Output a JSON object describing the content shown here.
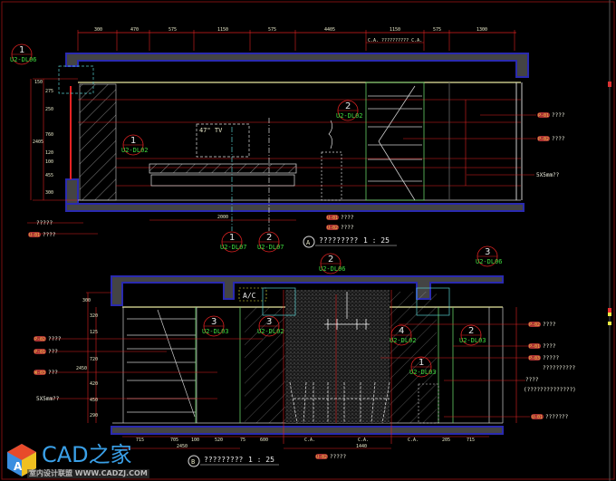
{
  "drawing_a": {
    "top_dims": [
      "300",
      "470",
      "575",
      "1150",
      "575",
      "4405",
      "1150",
      "575",
      "1300"
    ],
    "top_note": "C.A. ??????????  C.A.",
    "left_dims": [
      "150",
      "275",
      "250",
      "2405",
      "760",
      "120",
      "100",
      "455",
      "300"
    ],
    "bottom_dim": "2000",
    "tv_label": "47\" TV",
    "right_notes": [
      {
        "tag": "P-01",
        "text": "????"
      },
      {
        "tag": "P-02",
        "text": "????"
      }
    ],
    "right_note_plain": "5X5mm??",
    "bottom_notes": [
      {
        "tag": "",
        "text": "?????"
      },
      {
        "tag": "U-01",
        "text": "????"
      },
      {
        "tag": "U-01",
        "text": "????"
      },
      {
        "tag": "U-02",
        "text": "????"
      }
    ],
    "title_symbol": "A",
    "title": "?????????",
    "scale": "1 : 25"
  },
  "drawing_b": {
    "ac_label": "A/C",
    "bottom_dims": [
      "715",
      "705",
      "100",
      "520",
      "75",
      "600",
      "C.A.",
      "C.A.",
      "C.A.",
      "205",
      "715"
    ],
    "bottom_total": "2450",
    "bottom_total_2": "1440",
    "left_dims": [
      "300",
      "320",
      "125",
      "2450",
      "720",
      "420",
      "450",
      "290"
    ],
    "left_notes": [
      {
        "tag": "P-02",
        "text": "????"
      },
      {
        "tag": "P-01",
        "text": "???"
      },
      {
        "tag": "W-03",
        "text": "???"
      }
    ],
    "left_note_plain": "5X5mm??",
    "right_notes": [
      {
        "tag": "P-02",
        "text": "????"
      },
      {
        "tag": "P-01",
        "text": "????"
      },
      {
        "tag": "P-03",
        "text": "?????"
      }
    ],
    "right_note_sub": "??????????",
    "right_note_plain": "????",
    "right_note_plain_sub": "(??????????????)",
    "right_note_last": {
      "tag": "U-01",
      "text": "???????"
    },
    "bottom_note": {
      "tag": "U-02",
      "text": "?????"
    },
    "title_symbol": "B",
    "title": "?????????",
    "scale": "1 : 25"
  },
  "callouts": [
    {
      "num": "1",
      "code": "U2-DL06"
    },
    {
      "num": "1",
      "code": "U2-DL02"
    },
    {
      "num": "2",
      "code": "U2-DL02"
    },
    {
      "num": "1",
      "code": "U2-DL07"
    },
    {
      "num": "2",
      "code": "U2-DL07"
    },
    {
      "num": "2",
      "code": "U2-DL06"
    },
    {
      "num": "3",
      "code": "U2-DL06"
    },
    {
      "num": "3",
      "code": "U2-DL03"
    },
    {
      "num": "3",
      "code": "U2-DL02"
    },
    {
      "num": "4",
      "code": "U2-DL02"
    },
    {
      "num": "2",
      "code": "U2-DL03"
    },
    {
      "num": "1",
      "code": "U2-DL03"
    }
  ],
  "watermark": {
    "brand": "CAD之家",
    "sub": "室内设计联盟 WWW.CADZJ.COM"
  }
}
